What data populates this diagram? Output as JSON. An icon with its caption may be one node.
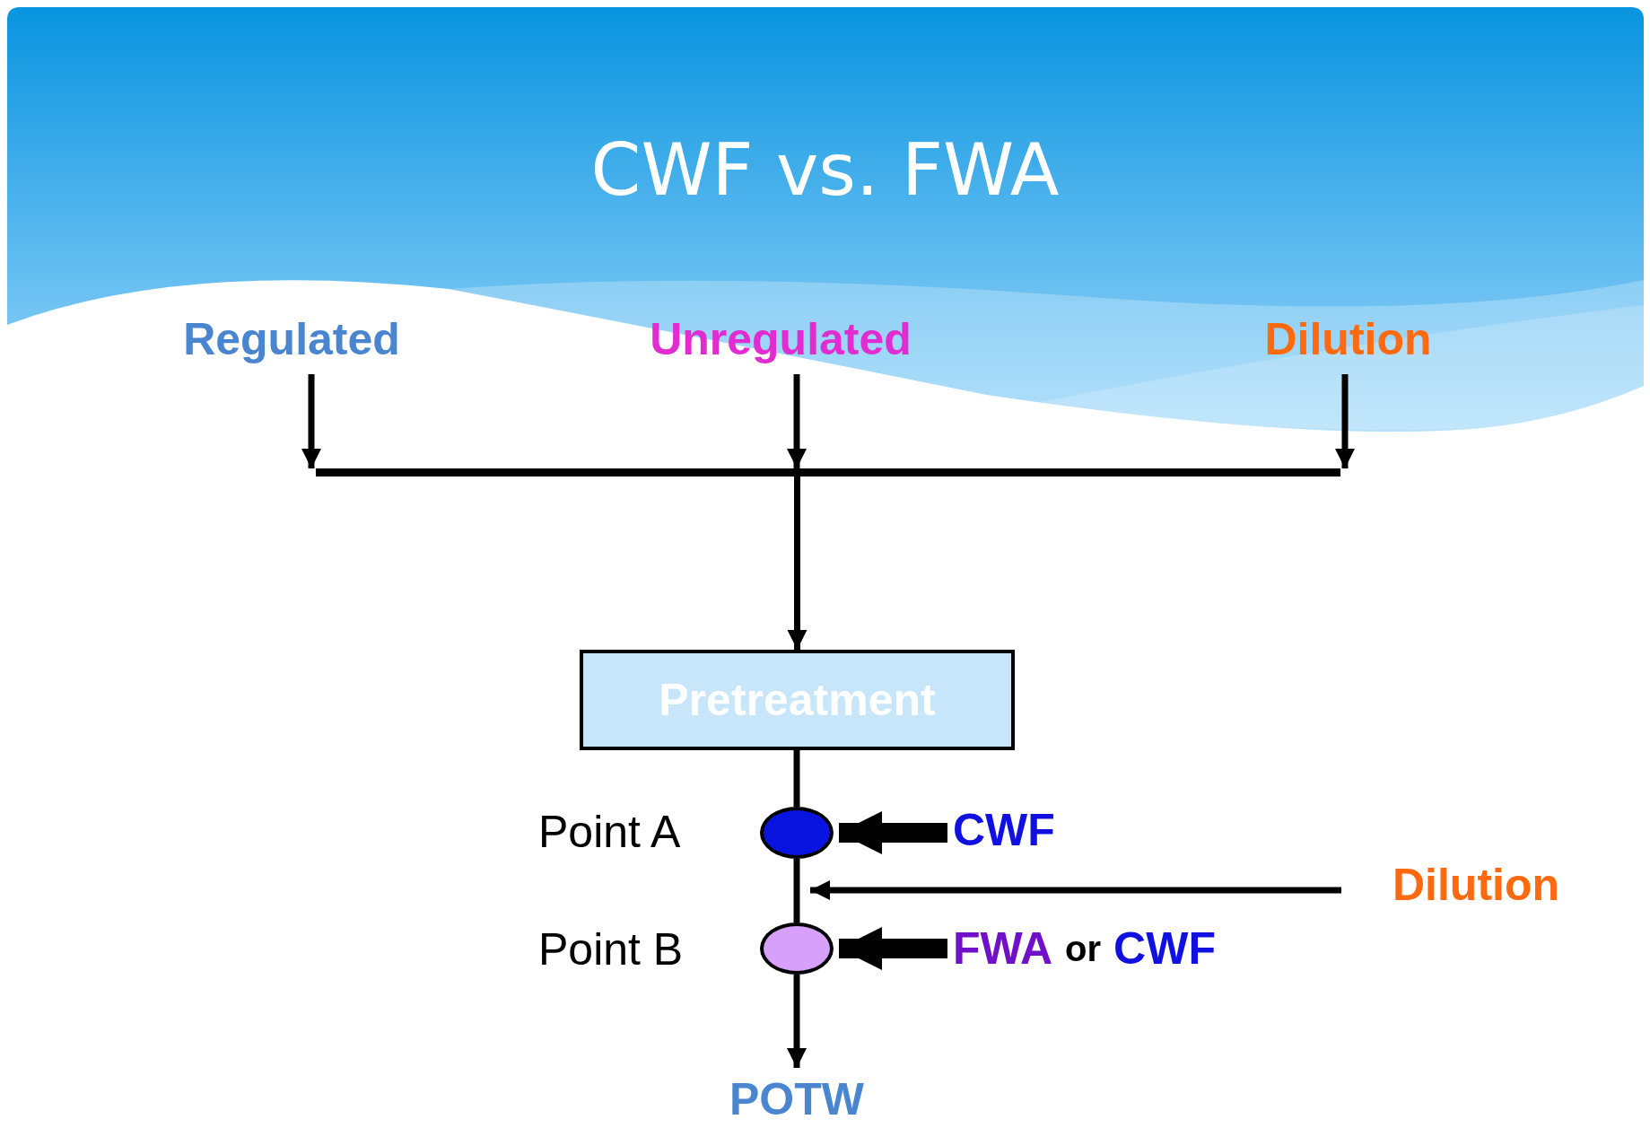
{
  "diagram": {
    "title": "CWF vs. FWA",
    "nodes": [
      {
        "text": [
          "Regulated"
        ]
      },
      {
        "text": [
          "Unregulated"
        ]
      },
      {
        "text": [
          "Dilution"
        ]
      },
      {
        "text": [],
        "shape": "bar"
      },
      {
        "text": [
          "Pretreatment"
        ]
      },
      {
        "text": [],
        "shape": "circle",
        "beside": [
          "Point A"
        ]
      },
      {
        "text": [
          "CWF"
        ]
      },
      {
        "text": [],
        "shape": "circle",
        "beside": [
          "Point B"
        ]
      },
      {
        "text": [
          "FWA",
          "or",
          "CWF"
        ]
      },
      {
        "text": [
          "Dilution"
        ]
      },
      {
        "text": [
          "POTW"
        ]
      }
    ],
    "edges": [
      {
        "from": 0,
        "to": 3,
        "arrow": "to"
      },
      {
        "from": 1,
        "to": 3,
        "arrow": "to"
      },
      {
        "from": 2,
        "to": 3,
        "arrow": "to"
      },
      {
        "from": 3,
        "to": 4,
        "arrow": "to"
      },
      {
        "from": 4,
        "to": 5,
        "arrow": "none"
      },
      {
        "from": 5,
        "to": 7,
        "arrow": "none"
      },
      {
        "from": 7,
        "to": 10,
        "arrow": "to"
      },
      {
        "from": 6,
        "to": 5,
        "arrow": "to",
        "style": "thick"
      },
      {
        "from": 8,
        "to": 7,
        "arrow": "to",
        "style": "thick"
      },
      {
        "from": 9,
        "to": 5,
        "arrow": "to"
      }
    ]
  }
}
